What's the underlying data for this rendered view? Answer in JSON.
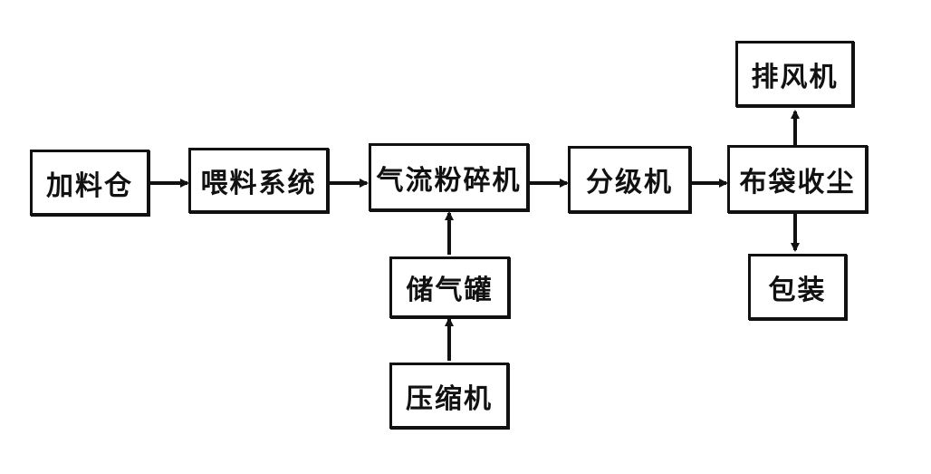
{
  "diagram": {
    "nodes": {
      "hopper": "加料仓",
      "feeding_system": "喂料系统",
      "jet_mill": "气流粉碎机",
      "classifier": "分级机",
      "bag_filter": "布袋收尘",
      "exhaust_fan": "排风机",
      "packaging": "包装",
      "air_tank": "储气罐",
      "compressor": "压缩机"
    },
    "edges": [
      {
        "from": "hopper",
        "to": "feeding_system"
      },
      {
        "from": "feeding_system",
        "to": "jet_mill"
      },
      {
        "from": "jet_mill",
        "to": "classifier"
      },
      {
        "from": "classifier",
        "to": "bag_filter"
      },
      {
        "from": "bag_filter",
        "to": "exhaust_fan"
      },
      {
        "from": "bag_filter",
        "to": "packaging"
      },
      {
        "from": "air_tank",
        "to": "jet_mill"
      },
      {
        "from": "compressor",
        "to": "air_tank"
      }
    ]
  }
}
